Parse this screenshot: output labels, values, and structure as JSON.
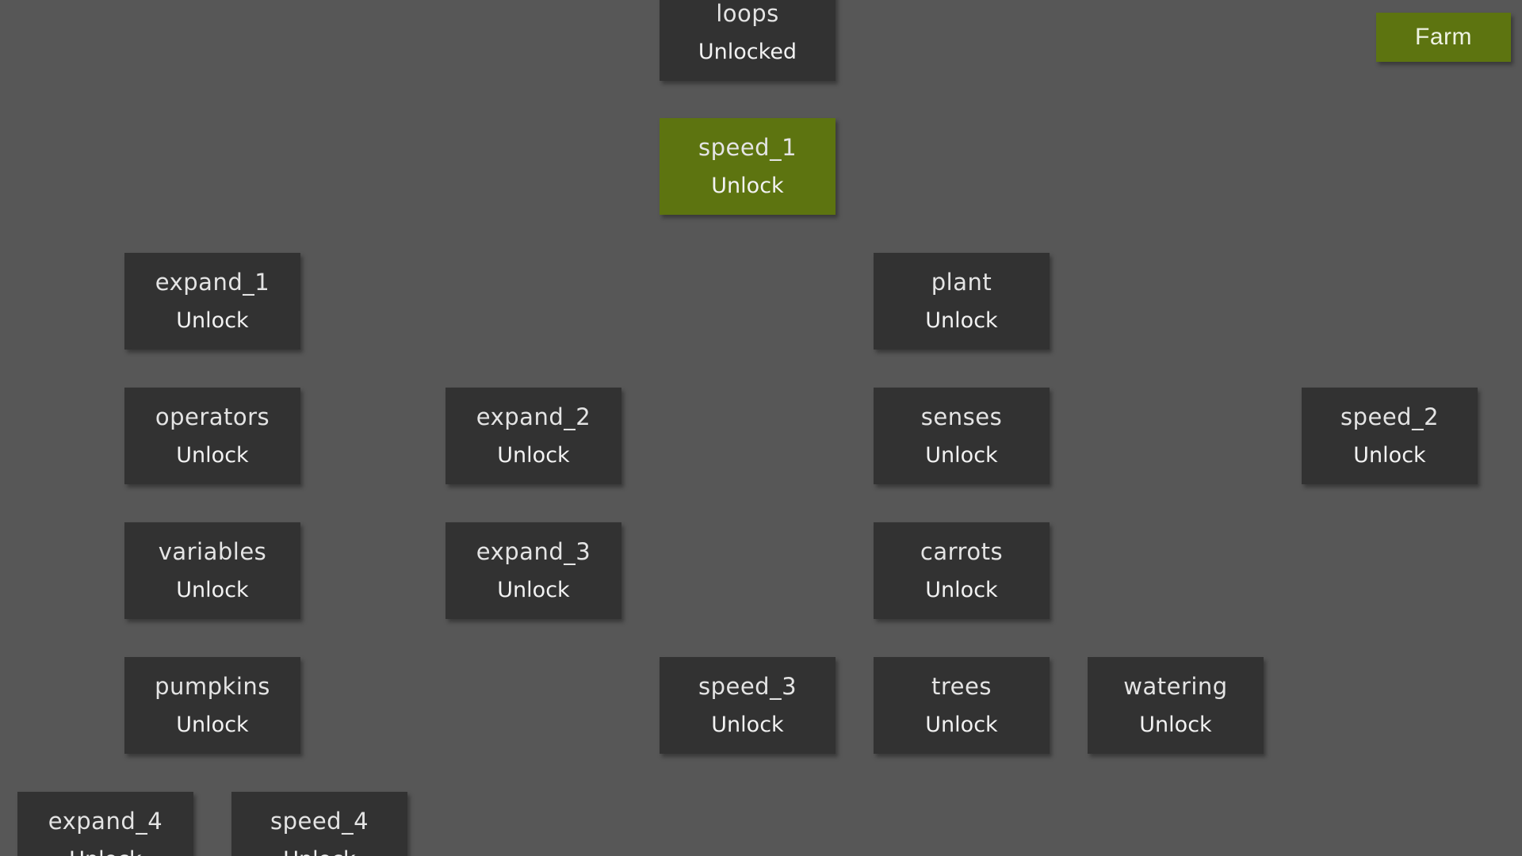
{
  "header": {
    "farm_button_label": "Farm"
  },
  "colors": {
    "background": "#575757",
    "node_locked": "#323232",
    "node_affordable": "#5d7410",
    "farm_button": "#5d7410"
  },
  "nodes": [
    {
      "id": "loops",
      "title": "loops",
      "status": "Unlocked",
      "state": "unlocked"
    },
    {
      "id": "speed_1",
      "title": "speed_1",
      "status": "Unlock",
      "state": "affordable"
    },
    {
      "id": "expand_1",
      "title": "expand_1",
      "status": "Unlock",
      "state": "locked"
    },
    {
      "id": "plant",
      "title": "plant",
      "status": "Unlock",
      "state": "locked"
    },
    {
      "id": "operators",
      "title": "operators",
      "status": "Unlock",
      "state": "locked"
    },
    {
      "id": "expand_2",
      "title": "expand_2",
      "status": "Unlock",
      "state": "locked"
    },
    {
      "id": "senses",
      "title": "senses",
      "status": "Unlock",
      "state": "locked"
    },
    {
      "id": "speed_2",
      "title": "speed_2",
      "status": "Unlock",
      "state": "locked"
    },
    {
      "id": "variables",
      "title": "variables",
      "status": "Unlock",
      "state": "locked"
    },
    {
      "id": "expand_3",
      "title": "expand_3",
      "status": "Unlock",
      "state": "locked"
    },
    {
      "id": "carrots",
      "title": "carrots",
      "status": "Unlock",
      "state": "locked"
    },
    {
      "id": "pumpkins",
      "title": "pumpkins",
      "status": "Unlock",
      "state": "locked"
    },
    {
      "id": "speed_3",
      "title": "speed_3",
      "status": "Unlock",
      "state": "locked"
    },
    {
      "id": "trees",
      "title": "trees",
      "status": "Unlock",
      "state": "locked"
    },
    {
      "id": "watering",
      "title": "watering",
      "status": "Unlock",
      "state": "locked"
    },
    {
      "id": "expand_4",
      "title": "expand_4",
      "status": "Unlock",
      "state": "locked"
    },
    {
      "id": "speed_4",
      "title": "speed_4",
      "status": "Unlock",
      "state": "locked"
    }
  ]
}
